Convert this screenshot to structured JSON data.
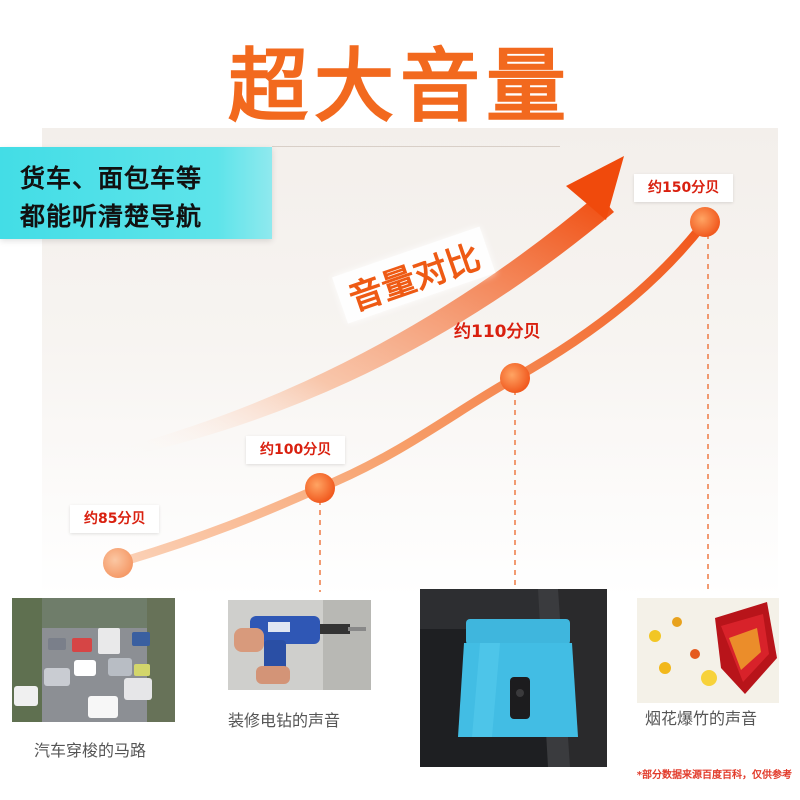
{
  "title": "超大音量",
  "callout": {
    "line1": "货车、面包车等",
    "line2": "都能听清楚导航"
  },
  "comparison_label": "音量对比",
  "levels": [
    {
      "label": "约85分贝",
      "caption": "汽车穿梭的马路"
    },
    {
      "label": "约100分贝",
      "caption": "装修电钻的声音"
    },
    {
      "label": "约110分贝",
      "caption": ""
    },
    {
      "label": "约150分贝",
      "caption": "烟花爆竹的声音"
    }
  ],
  "footnote": "*部分数据来源百度百科，仅供参考",
  "colors": {
    "title": "#f2691e",
    "accent": "#f26522",
    "callout_bg": "#43dde6",
    "label_red": "#d9200f"
  },
  "icons": {
    "arrow": "trend-up-arrow-icon",
    "dot": "level-dot-icon"
  }
}
